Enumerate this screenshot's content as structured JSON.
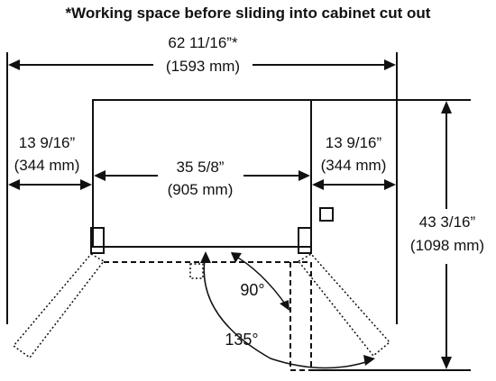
{
  "note": "*Working space before sliding into cabinet cut out",
  "dimensions": {
    "total_width_in": "62 11/16”*",
    "total_width_mm": "(1593 mm)",
    "left_clear_in": "13 9/16”",
    "left_clear_mm": "(344 mm)",
    "right_clear_in": "13 9/16”",
    "right_clear_mm": "(344 mm)",
    "body_width_in": "35 5/8”",
    "body_width_mm": "(905 mm)",
    "depth_in": "43 3/16”",
    "depth_mm": "(1098 mm)"
  },
  "angles": {
    "small": "90°",
    "large": "135°"
  }
}
